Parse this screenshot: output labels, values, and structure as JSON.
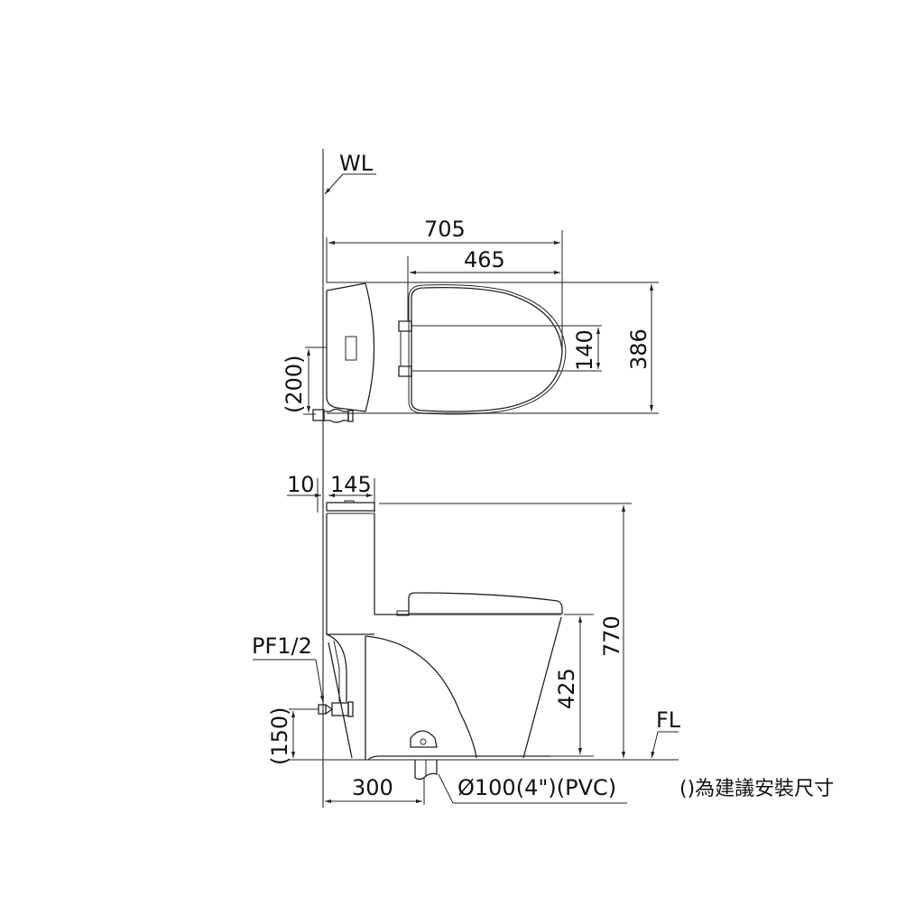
{
  "diagram": {
    "type": "toilet-installation-dimension-drawing",
    "views": [
      "top-view",
      "side-view"
    ],
    "reference_labels": {
      "wall_line": "WL",
      "floor_line": "FL"
    },
    "top_view": {
      "dimensions": {
        "overall_length": "705",
        "seat_length": "465",
        "hinge_spacing": "140",
        "overall_width": "386",
        "supply_offset": "(200)"
      }
    },
    "side_view": {
      "dimensions": {
        "wall_gap": "10",
        "tank_depth": "145",
        "overall_height": "770",
        "seat_height": "425",
        "supply_height": "(150)",
        "rough_in": "300"
      },
      "labels": {
        "supply_fitting": "PF1/2",
        "drain_pipe": "Ø100(4\")(PVC)"
      }
    },
    "note": "()為建議安裝尺寸",
    "colors": {
      "line": "#222222",
      "reference_line": "#666666",
      "background": "#ffffff"
    }
  }
}
